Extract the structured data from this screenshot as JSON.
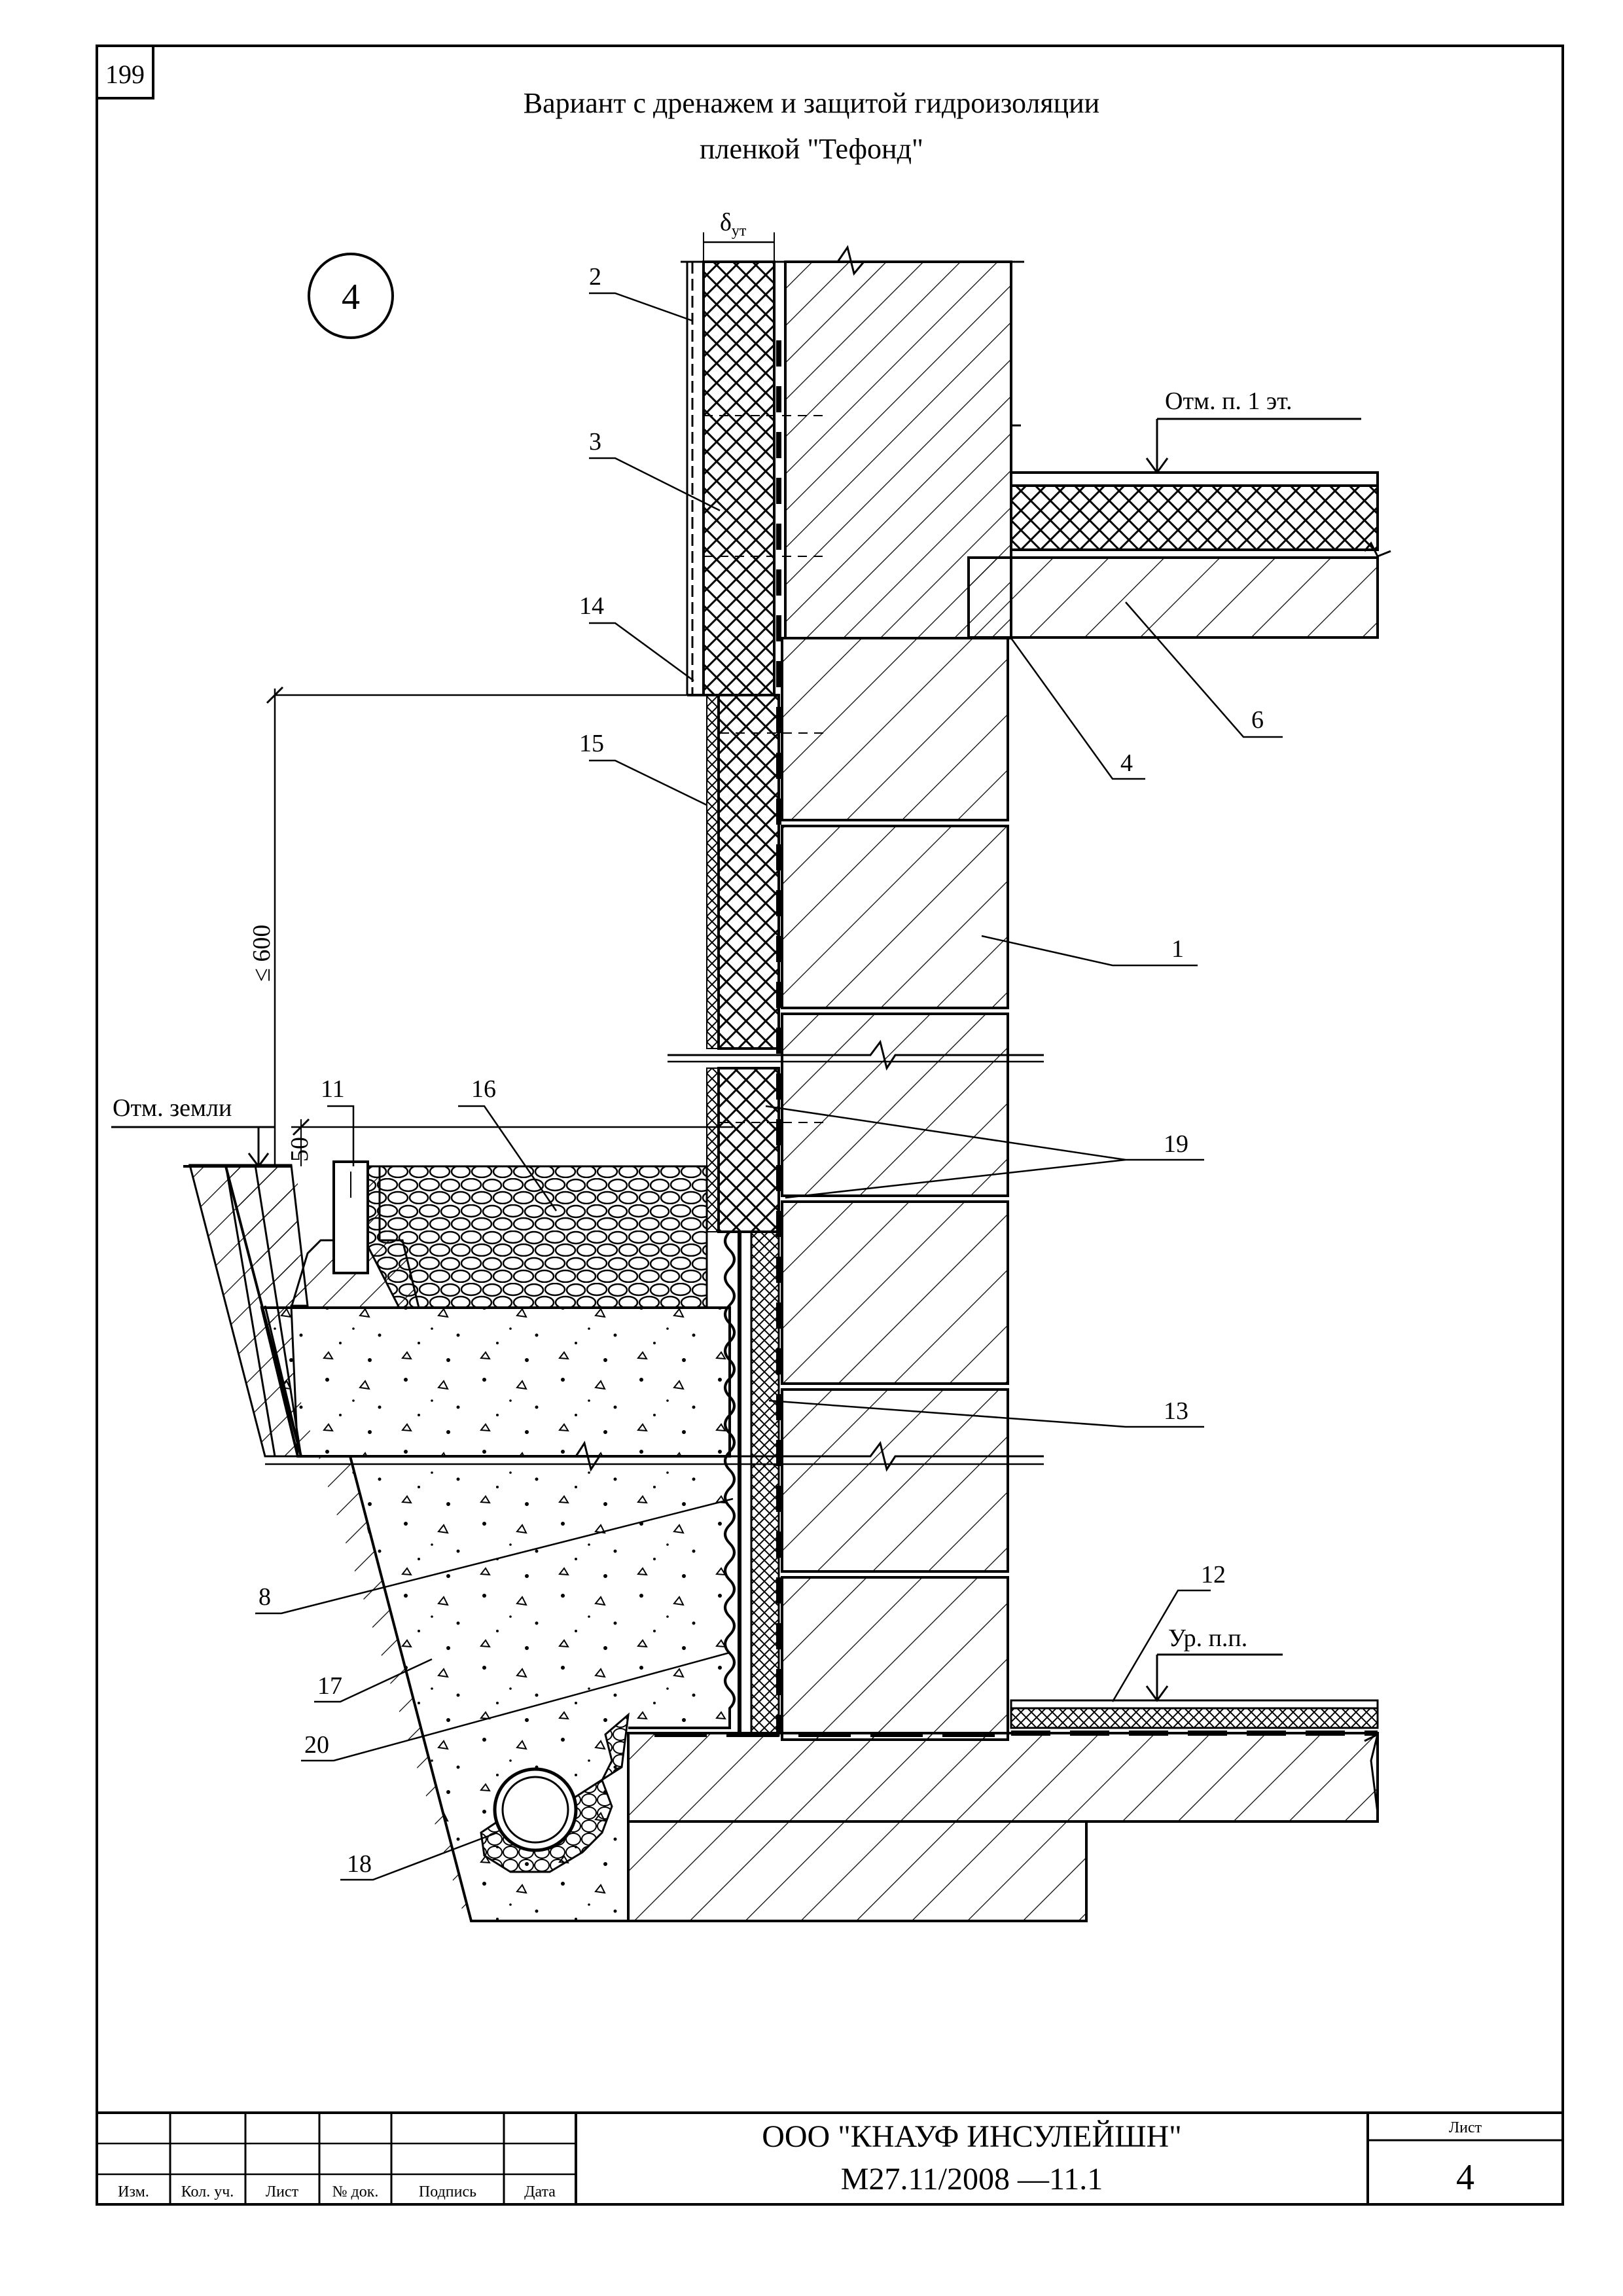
{
  "page_number": "199",
  "title_line1": "Вариант с дренажем и защитой гидроизоляции",
  "title_line2": "пленкой \"Тефонд\"",
  "detail_number": "4",
  "labels": {
    "delta": "δ",
    "delta_sub": "ут",
    "mark_floor": "Отм. п. 1 эт.",
    "mark_ground": "Отм. земли",
    "mark_slab": "Ур. п.п.",
    "dim_600": "≤ 600",
    "dim_50": "50"
  },
  "callouts": {
    "c1": "1",
    "c2": "2",
    "c3": "3",
    "c4": "4",
    "c6": "6",
    "c8": "8",
    "c11": "11",
    "c12": "12",
    "c13": "13",
    "c14": "14",
    "c15": "15",
    "c16": "16",
    "c17": "17",
    "c18": "18",
    "c19": "19",
    "c20": "20"
  },
  "stamp": {
    "headers": [
      "Изм.",
      "Кол. уч.",
      "Лист",
      "№ док.",
      "Подпись",
      "Дата"
    ],
    "org": "ООО \"КНАУФ ИНСУЛЕЙШН\"",
    "doc": "М27.11/2008 —11.1",
    "sheet_label": "Лист",
    "sheet_number": "4"
  }
}
